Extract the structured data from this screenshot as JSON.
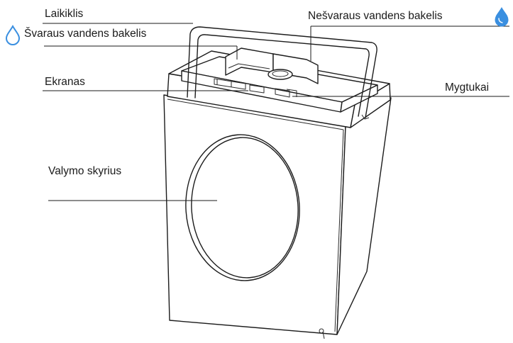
{
  "labels": {
    "handle": "Laikiklis",
    "clean_tank": "Švaraus vandens bakelis",
    "dirty_tank": "Nešvaraus vandens bakelis",
    "display": "Ekranas",
    "buttons": "Mygtukai",
    "cleaning_chamber": "Valymo skyrius"
  },
  "icons": {
    "clean_water": "water-drop-outline-icon",
    "dirty_water": "water-drop-filled-icon",
    "accent_color": "#3a8fe0"
  }
}
